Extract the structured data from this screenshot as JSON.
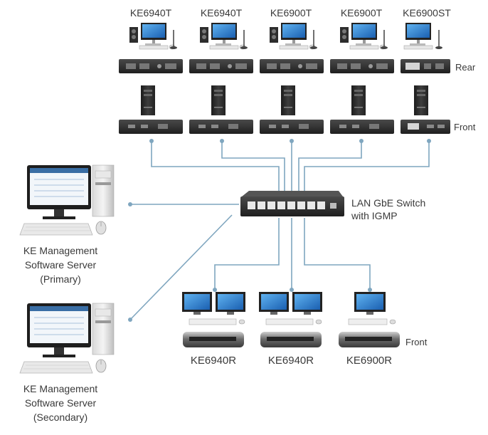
{
  "transmitters": [
    {
      "model": "KE6940T"
    },
    {
      "model": "KE6940T"
    },
    {
      "model": "KE6900T"
    },
    {
      "model": "KE6900T"
    },
    {
      "model": "KE6900ST"
    }
  ],
  "labels": {
    "rear": "Rear",
    "front_top": "Front",
    "front_bottom": "Front"
  },
  "switch": {
    "line1": "LAN GbE Switch",
    "line2": "with IGMP"
  },
  "servers": [
    {
      "line1": "KE Management",
      "line2": "Software Server",
      "line3": "(Primary)"
    },
    {
      "line1": "KE Management",
      "line2": "Software Server",
      "line3": "(Secondary)"
    }
  ],
  "receivers": [
    {
      "model": "KE6940R"
    },
    {
      "model": "KE6940R"
    },
    {
      "model": "KE6900R"
    }
  ],
  "colors": {
    "cable": "#7fa6bf",
    "device_dark": "#2e2e2e",
    "screen_blue": "#2a7fd0",
    "text": "#3a3a3a"
  }
}
